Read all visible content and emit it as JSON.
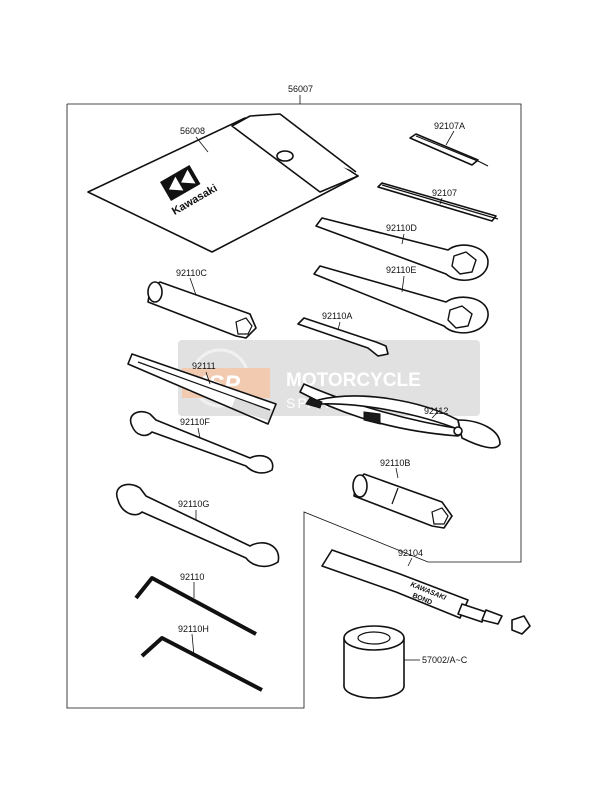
{
  "diagram": {
    "assembly_label": "56007",
    "brand_text": "Kawasaki",
    "tube_text_1": "KAWASAKI",
    "tube_text_2": "BOND",
    "watermark": {
      "line1": "MOTORCYCLE",
      "line2": "SPARE PARTS",
      "badge": "MSP"
    },
    "parts": [
      {
        "id": "56008",
        "name": "Tool bag"
      },
      {
        "id": "92107A",
        "name": "Screwdriver"
      },
      {
        "id": "92107",
        "name": "Screwdriver"
      },
      {
        "id": "92110D",
        "name": "Ring wrench"
      },
      {
        "id": "92110C",
        "name": "Box wrench"
      },
      {
        "id": "92110E",
        "name": "Ring wrench"
      },
      {
        "id": "92110A",
        "name": "Spanner"
      },
      {
        "id": "92111",
        "name": "Handle"
      },
      {
        "id": "92112",
        "name": "Pliers"
      },
      {
        "id": "92110F",
        "name": "Open-end wrench"
      },
      {
        "id": "92110B",
        "name": "Box wrench"
      },
      {
        "id": "92110G",
        "name": "Open-end wrench"
      },
      {
        "id": "92104",
        "name": "Bond tube"
      },
      {
        "id": "92110",
        "name": "Hex wrench"
      },
      {
        "id": "92110H",
        "name": "Hex wrench"
      },
      {
        "id": "57002/A~C",
        "name": "Oil filter"
      }
    ]
  }
}
